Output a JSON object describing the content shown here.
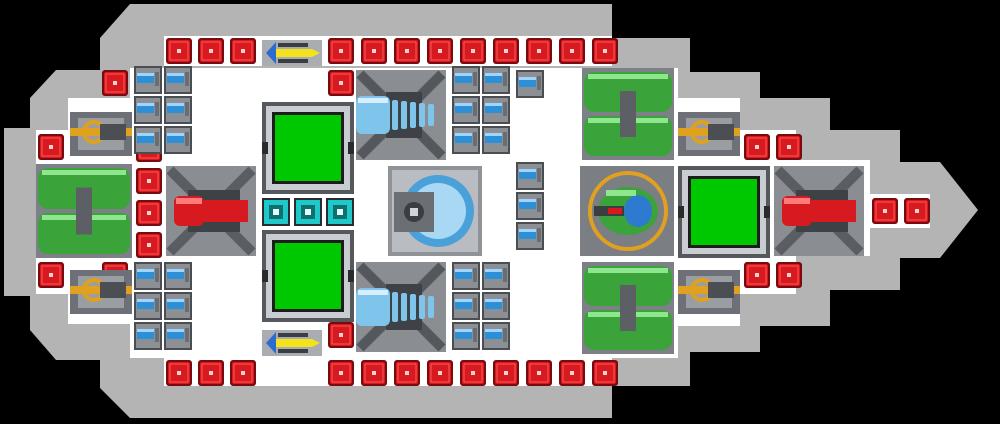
{
  "view": "ship-layout",
  "colors": {
    "background": "#000000",
    "hull": "#b4b4b4",
    "floor": "#ffffff",
    "armor": "#d71920",
    "armor_dark": "#7a0a0e",
    "battery_blue": "#2d8fd6",
    "cell_gray": "#8c8f94",
    "cell_dark": "#4a4d52",
    "gen_green": "#3aa33a",
    "gen_green_dark": "#1e5f1e",
    "screen_green": "#00c800",
    "cyan": "#1ec8c8",
    "coolant_blue": "#7fc4ea",
    "gold": "#e0a020",
    "yellow": "#f4e21c"
  },
  "modules": {
    "armor": "armor-block",
    "battery": "battery-cell",
    "generator": "green-generator",
    "screen": "green-console",
    "thruster": "gold-thruster",
    "laser": "red-laser-turret",
    "coolant": "blue-coolant-drill",
    "missile": "yellow-missile-launcher",
    "core": "reactor-core",
    "bridge": "green-bridge-core",
    "shield": "cyan-shield-node"
  }
}
